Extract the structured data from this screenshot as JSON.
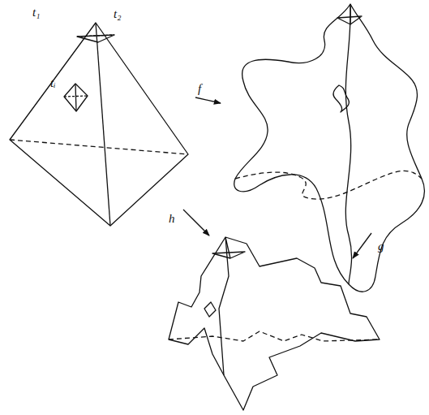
{
  "diagram": {
    "labels": [
      "t₁",
      "t₂",
      "tᵢ",
      "f",
      "h",
      "g"
    ]
  }
}
